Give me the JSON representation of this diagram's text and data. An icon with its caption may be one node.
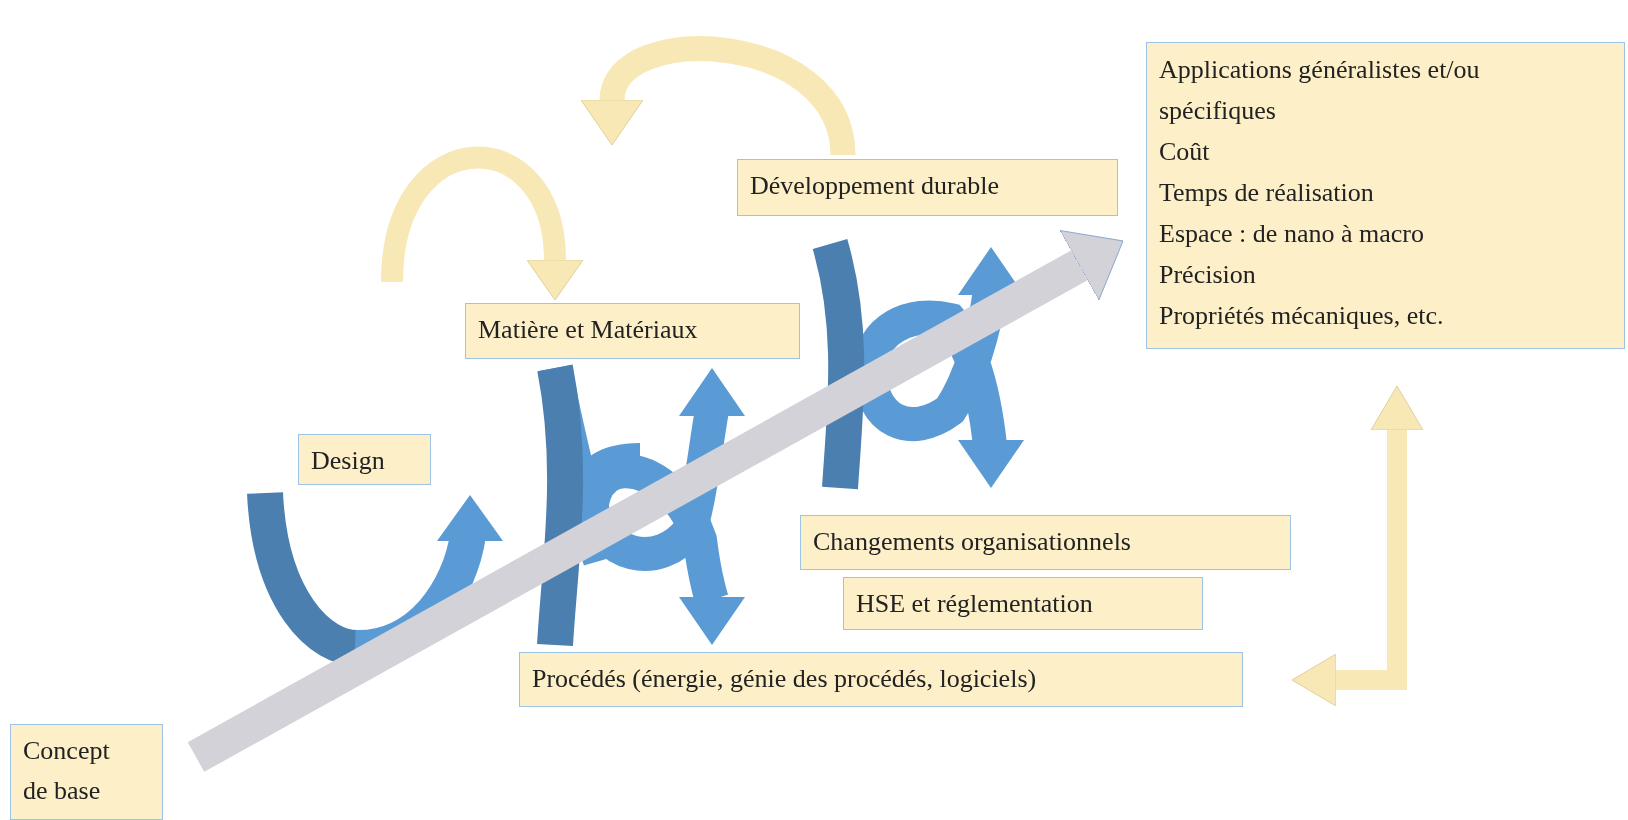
{
  "diagram": {
    "nodes": [
      {
        "text": [
          "Concept de base"
        ]
      },
      {
        "text": [
          "Design"
        ]
      },
      {
        "text": [
          "Matière et Matériaux"
        ]
      },
      {
        "text": [
          "Développement durable"
        ]
      },
      {
        "text": [
          "Applications généralistes et/ou spécifiques",
          "Coût",
          "Temps de réalisation",
          "Espace : de nano à macro",
          "Précision",
          "Propriétés mécaniques, etc."
        ]
      },
      {
        "text": [
          "Changements organisationnels"
        ]
      },
      {
        "text": [
          "HSE et réglementation"
        ]
      },
      {
        "text": [
          "Procédés (énergie, génie des procédés, logiciels)"
        ]
      }
    ],
    "edges": [
      {
        "from": 0,
        "to": 4,
        "arrow": "to",
        "color": "#d3d2d8"
      },
      {
        "from": null,
        "to": 2,
        "arrow": "to"
      },
      {
        "from": 3,
        "to": null,
        "arrow": "to"
      },
      {
        "from": 7,
        "to": 4,
        "arrow": "both"
      }
    ]
  }
}
